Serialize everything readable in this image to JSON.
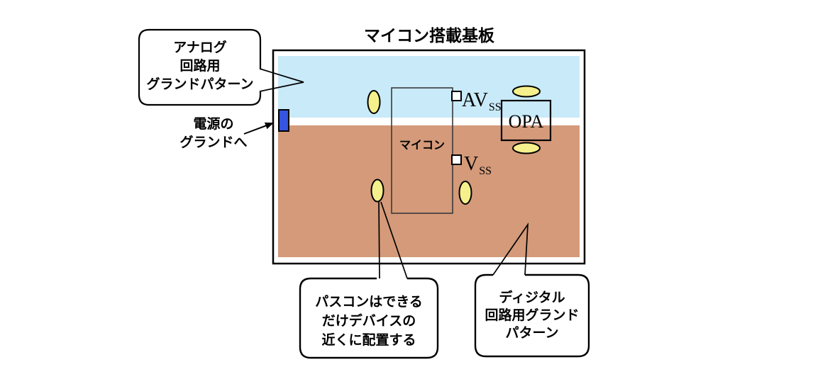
{
  "title": "マイコン搭載基板",
  "board": {
    "mcu_label": "マイコン",
    "opa_label": "OPA",
    "avss_pin": {
      "main": "AV",
      "sub": "SS"
    },
    "vss_pin": {
      "main": "V",
      "sub": "SS"
    }
  },
  "callouts": {
    "analog_ground": "アナログ\n回路用\nグランドパターン",
    "power_ground": "電源の\nグランドへ",
    "bypass_note": "パスコンはできる\nだけデバイスの\n近くに配置する",
    "digital_ground": "ディジタル\n回路用グランド\nパターン"
  },
  "colors": {
    "analog_region": "#c9eaf8",
    "digital_region": "#d49a7a",
    "capacitor_fill": "#f5f08c",
    "power_pad": "#3355e0",
    "line": "#000000"
  }
}
